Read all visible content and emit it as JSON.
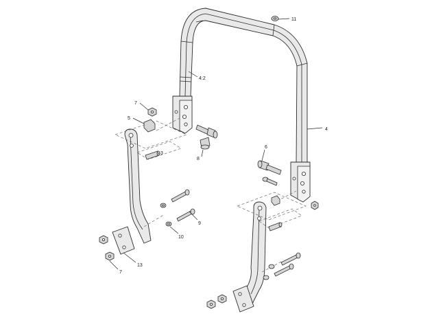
{
  "callouts": {
    "c11": "11",
    "c4_2": "4:2",
    "c4": "4",
    "c7_top": "7",
    "c5": "5",
    "c3": "3",
    "c8": "8",
    "c6": "6",
    "c9": "9",
    "c10": "10",
    "c13": "13",
    "c7_bottom": "7"
  }
}
